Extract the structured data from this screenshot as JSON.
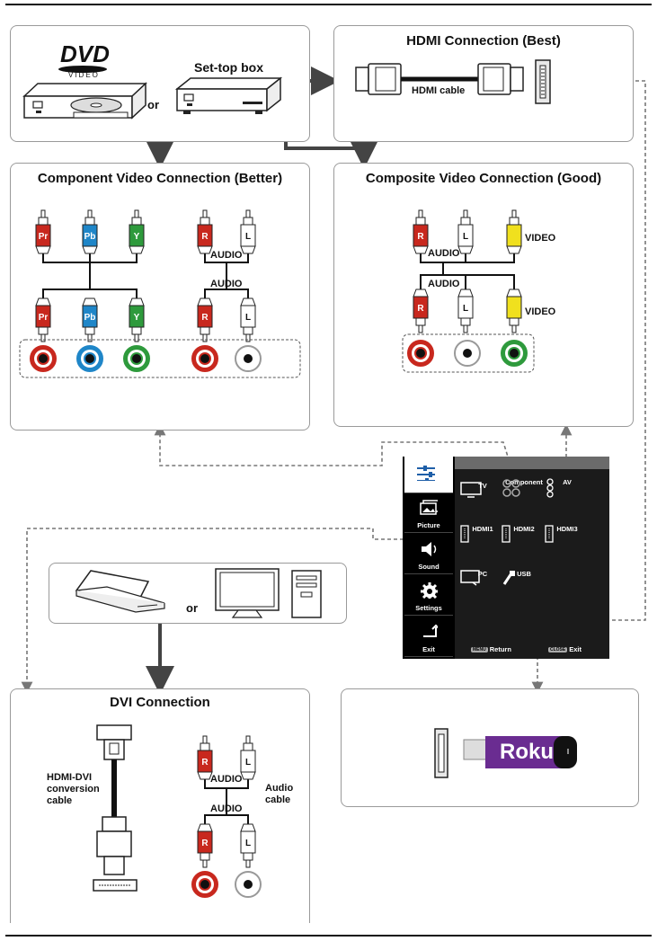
{
  "sources": {
    "dvd_logo": "DVD",
    "dvd_sub": "VIDEO",
    "or_label": "or",
    "settop_label": "Set-top box"
  },
  "hdmi_box": {
    "title": "HDMI Connection (Best)",
    "cable_label": "HDMI cable"
  },
  "component_box": {
    "title": "Component Video Connection (Better)",
    "plugs": [
      "Pr",
      "Pb",
      "Y",
      "R",
      "L"
    ],
    "audio_label": "AUDIO"
  },
  "composite_box": {
    "title": "Composite Video Connection (Good)",
    "plugs": [
      "R",
      "L"
    ],
    "audio_label": "AUDIO",
    "video_label": "VIDEO"
  },
  "computer_box": {
    "or_label": "or"
  },
  "dvi_box": {
    "title": "DVI Connection",
    "cable_label": "HDMI-DVI\nconversion\ncable",
    "audio_cable_label": "Audio\ncable",
    "audio_label": "AUDIO",
    "plugs": [
      "R",
      "L"
    ]
  },
  "roku_box": {
    "brand": "Roku"
  },
  "menu": {
    "sidebar": [
      "Picture",
      "Sound",
      "Settings",
      "Exit"
    ],
    "inputs_row1": [
      "TV",
      "Component",
      "AV"
    ],
    "inputs_row2": [
      "HDMI1",
      "HDMI2",
      "HDMI3"
    ],
    "inputs_row3": [
      "PC",
      "USB"
    ],
    "return_key": "MENU",
    "return_label": "Return",
    "exit_key": "CLOSE",
    "exit_label": "Exit"
  },
  "colors": {
    "red": "#c8281e",
    "blue": "#1f86c8",
    "green": "#2e9a3c",
    "yellow": "#f0e01e",
    "roku_purple": "#6a2c91",
    "dash": "#777777"
  }
}
